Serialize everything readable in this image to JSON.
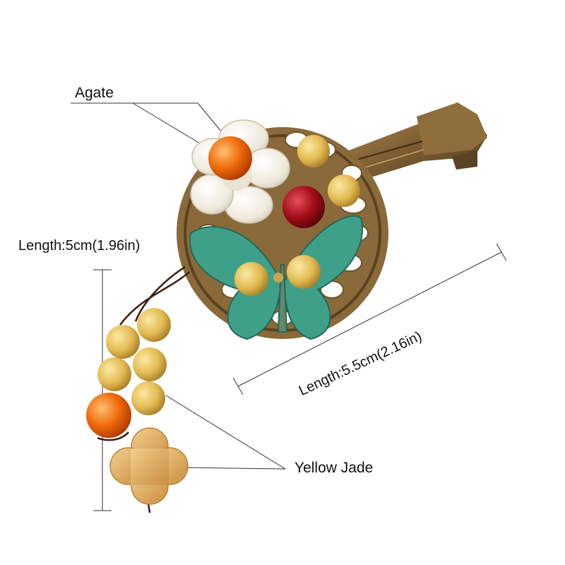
{
  "labels": {
    "agate": "Agate",
    "length_vertical": "Length:5cm(1.96in)",
    "length_diagonal": "Length:5.5cm(2.16in)",
    "yellow_jade": "Yellow Jade"
  },
  "colors": {
    "background": "#ffffff",
    "bronze": "#8a6a3a",
    "verdigris": "#3fa08a",
    "agate_orange": "#f0760f",
    "agate_red": "#a4101a",
    "yellow_bead": "#e9c45a",
    "shell_flower": "#f5f2ea",
    "yellow_jade": "#e3b066"
  }
}
